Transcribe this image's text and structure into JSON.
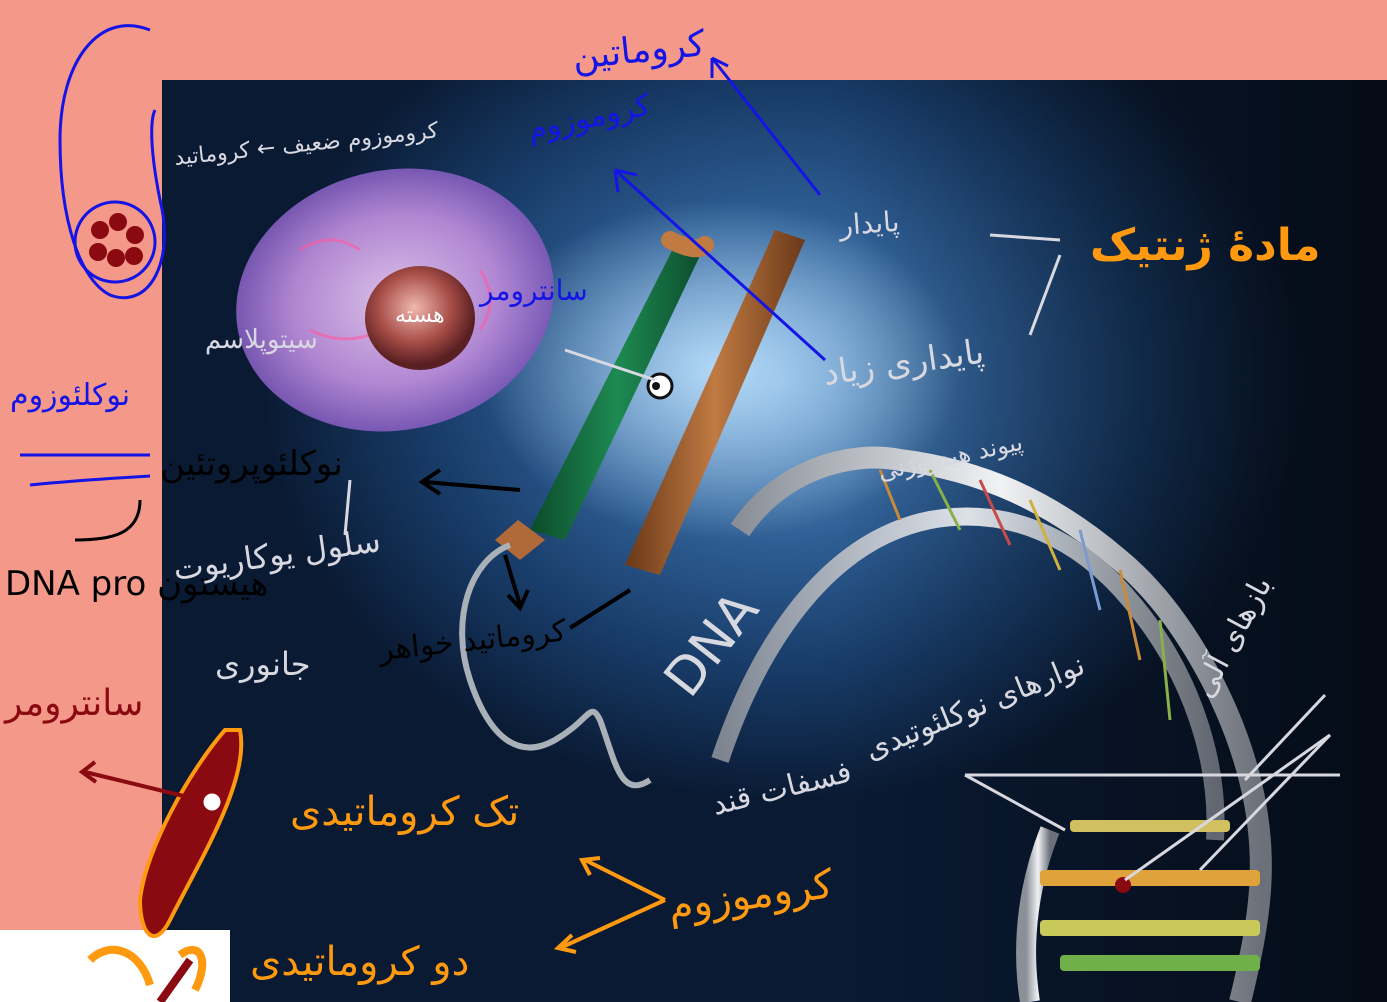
{
  "annotations": {
    "chromatin": "کروماتین",
    "chromosome_blue": "کروموزوم",
    "weak_chromosome": "کروموزوم ضعیف ← کروماتید",
    "centromere_blue": "سانترومر",
    "nucleus": "هسته",
    "cytoplasm": "سیتوپلاسم",
    "nucleoprotein": "نوکلئوپروتئین",
    "nucleosome": "نوکلئوزوم",
    "dna_pro_histone": "DNA pro هیستون",
    "centromere_dark": "سانترومر",
    "eukaryotic_cell": "سلول یوکاریوت",
    "animal": "جانوری",
    "sister_chromatids": "کروماتید خواهر",
    "dna": "DNA",
    "genetic_material": "مادهٔ ژنتیک",
    "stable": "پایدار",
    "high_stability": "پایداری زیاد",
    "hydrogen_bonds": "پیوند هیدروژنی",
    "base_pairs": "بازهای آلی",
    "nucleotide_strands": "نوارهای نوکلئوتیدی",
    "phosphate_sugar": "فسفات قند",
    "single_chromatid": "تک کروماتیدی",
    "chromosome_orange": "کروموزوم",
    "double_chromatid": "دو کروماتیدی"
  },
  "colors": {
    "background_pink": "#f4998a",
    "ink_blue": "#1414e6",
    "ink_orange": "#ff9a10",
    "ink_black": "#000000",
    "ink_dark_red": "#8b0a12",
    "ink_white": "#e6e6ec"
  }
}
